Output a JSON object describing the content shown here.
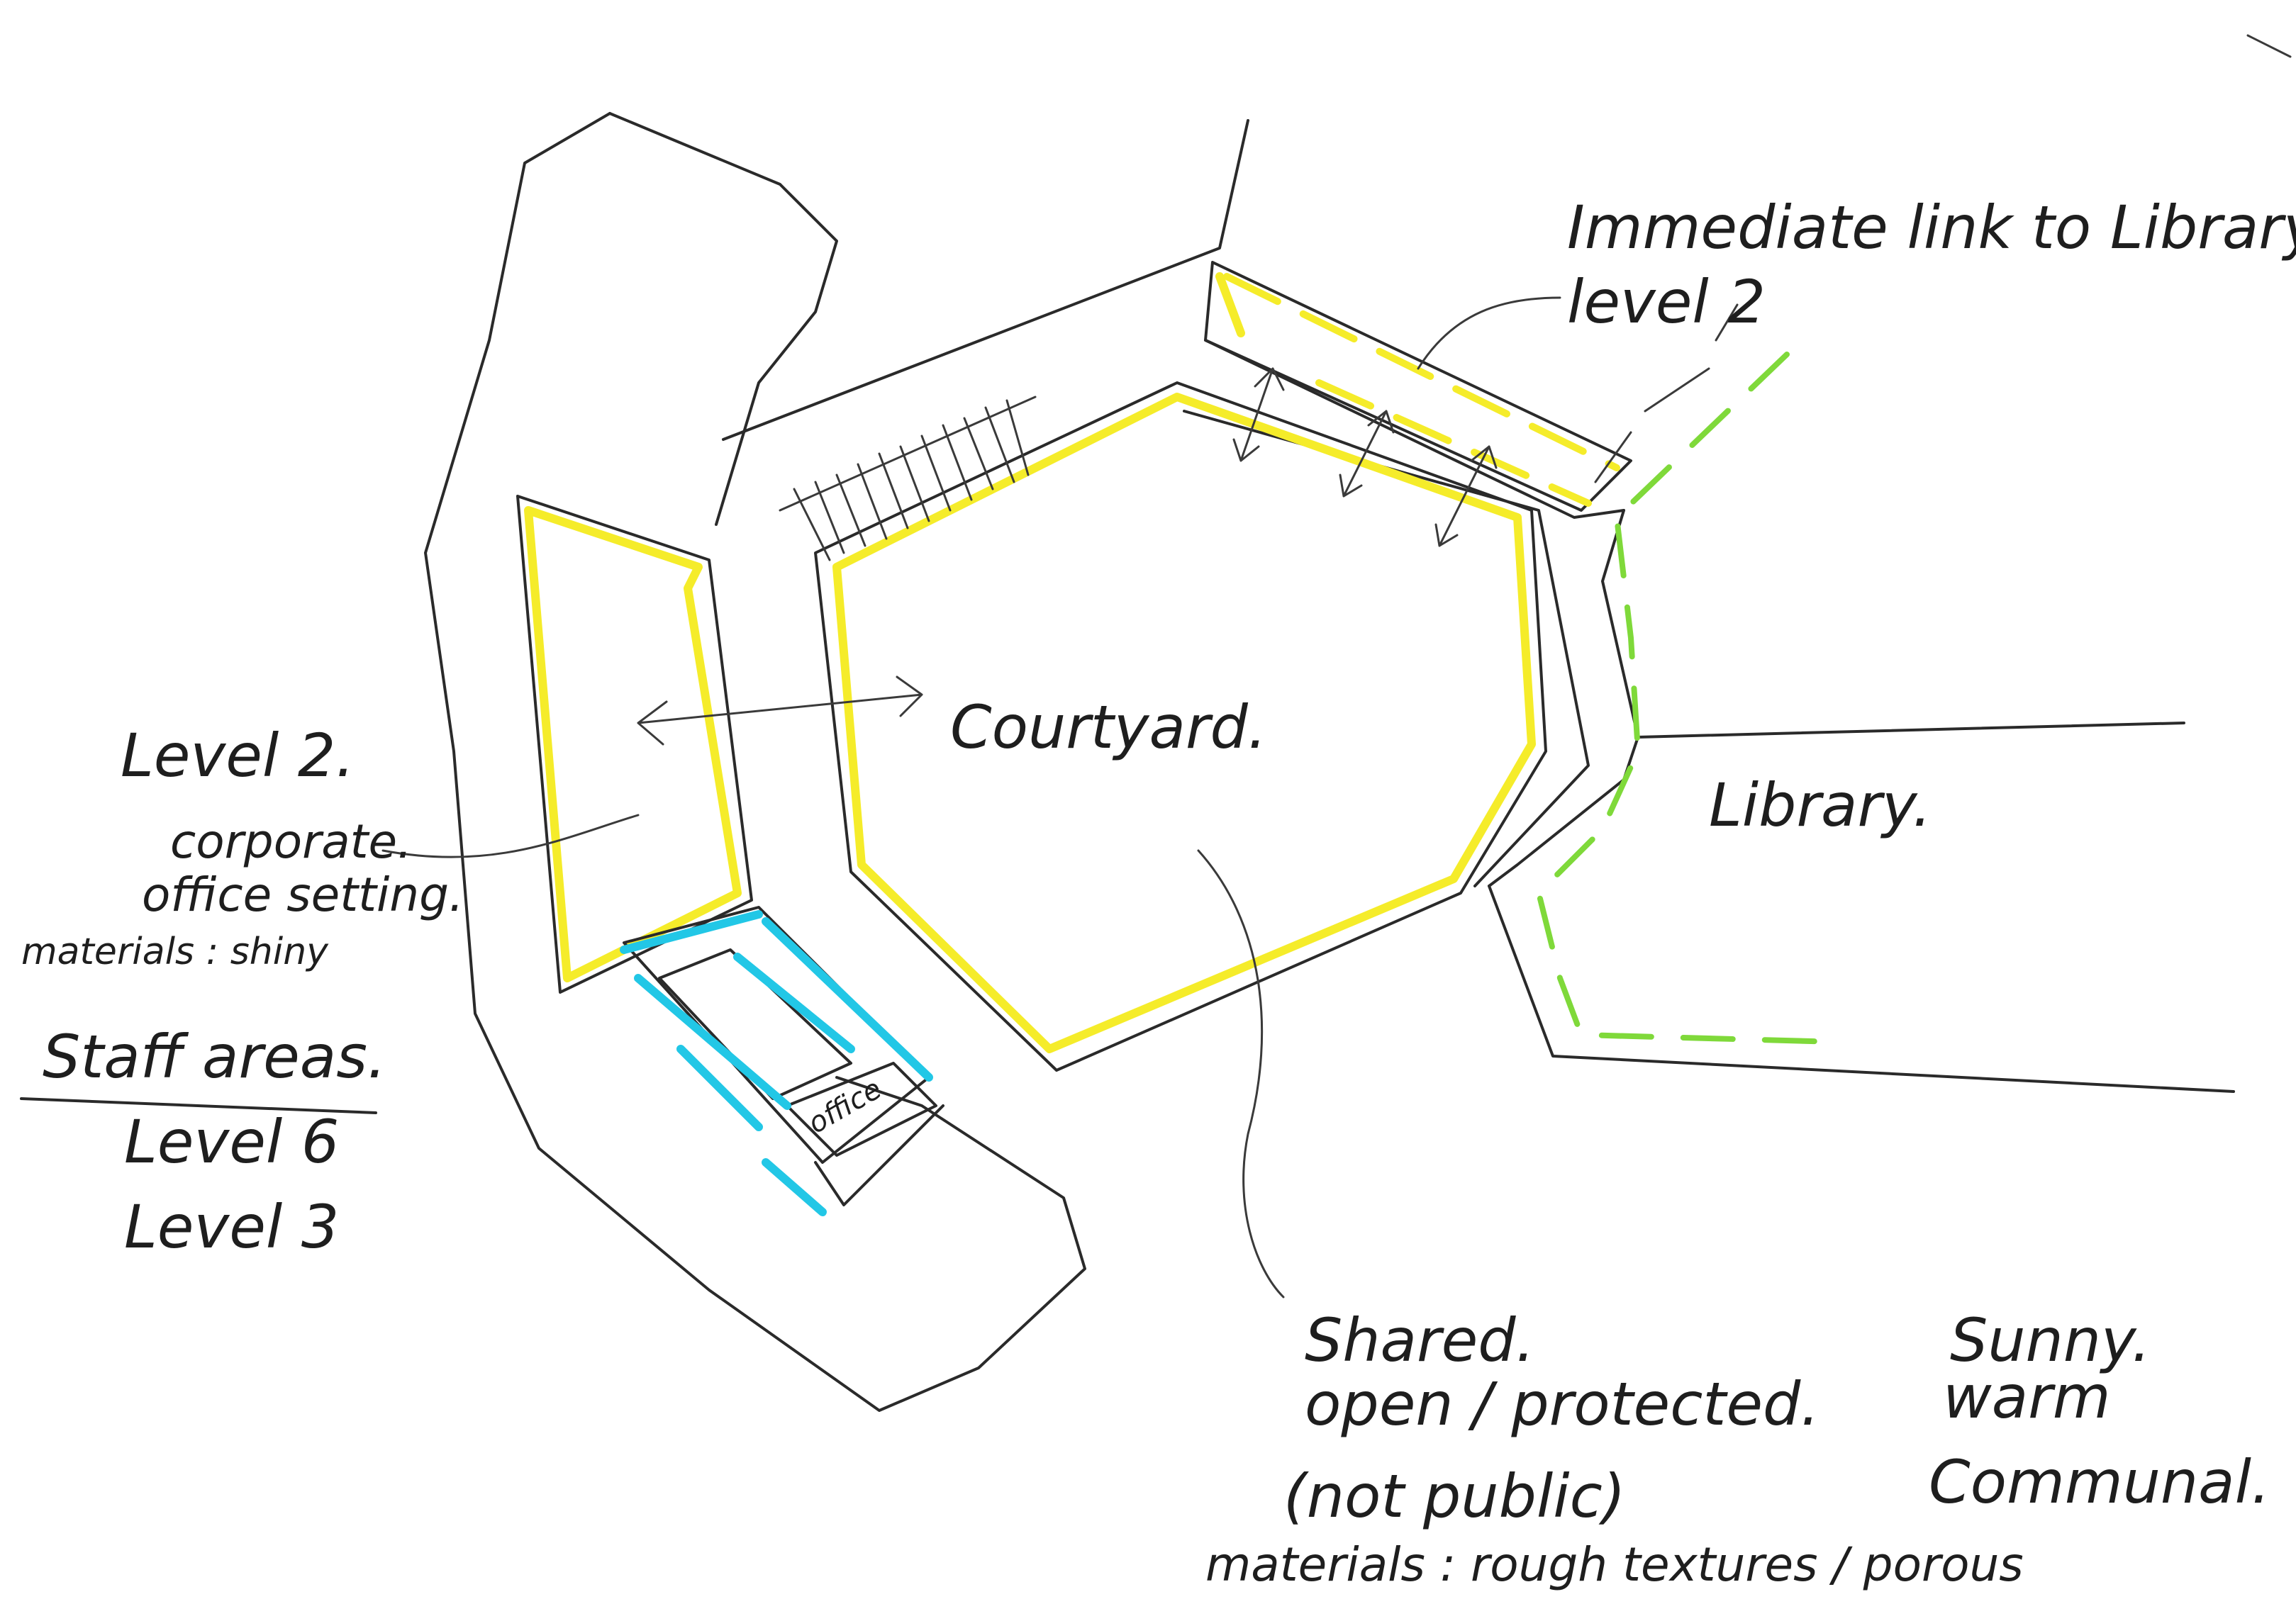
{
  "labels": {
    "link_line1": "Immediate link to Library.",
    "link_line2": "level 2",
    "courtyard": "Courtyard.",
    "library": "Library.",
    "level2": "Level 2.",
    "corporate": "corporate.",
    "office_setting": "office setting.",
    "materials_left": "materials : shiny",
    "staff_areas": "Staff areas.",
    "level6": "Level 6",
    "level3": "Level 3",
    "office": "office",
    "shared": "Shared.",
    "open_protected": "open / protected.",
    "not_public": "(not public)",
    "materials_right": "materials : rough textures / porous",
    "sunny": "Sunny.",
    "warm": "warm",
    "communal": "Communal."
  },
  "colors": {
    "ink": "#2a2a2a",
    "yellow_highlight": "#f5ec2a",
    "cyan_highlight": "#22c7e6",
    "green_highlight": "#7fd93a"
  }
}
